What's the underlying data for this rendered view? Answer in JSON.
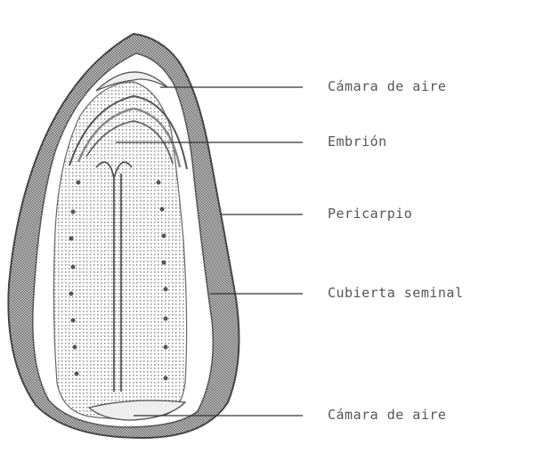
{
  "diagram": {
    "labels": [
      "Cámara de aire",
      "Embrión",
      "Pericarpio",
      "Cubierta seminal",
      "Cámara de aire"
    ]
  }
}
